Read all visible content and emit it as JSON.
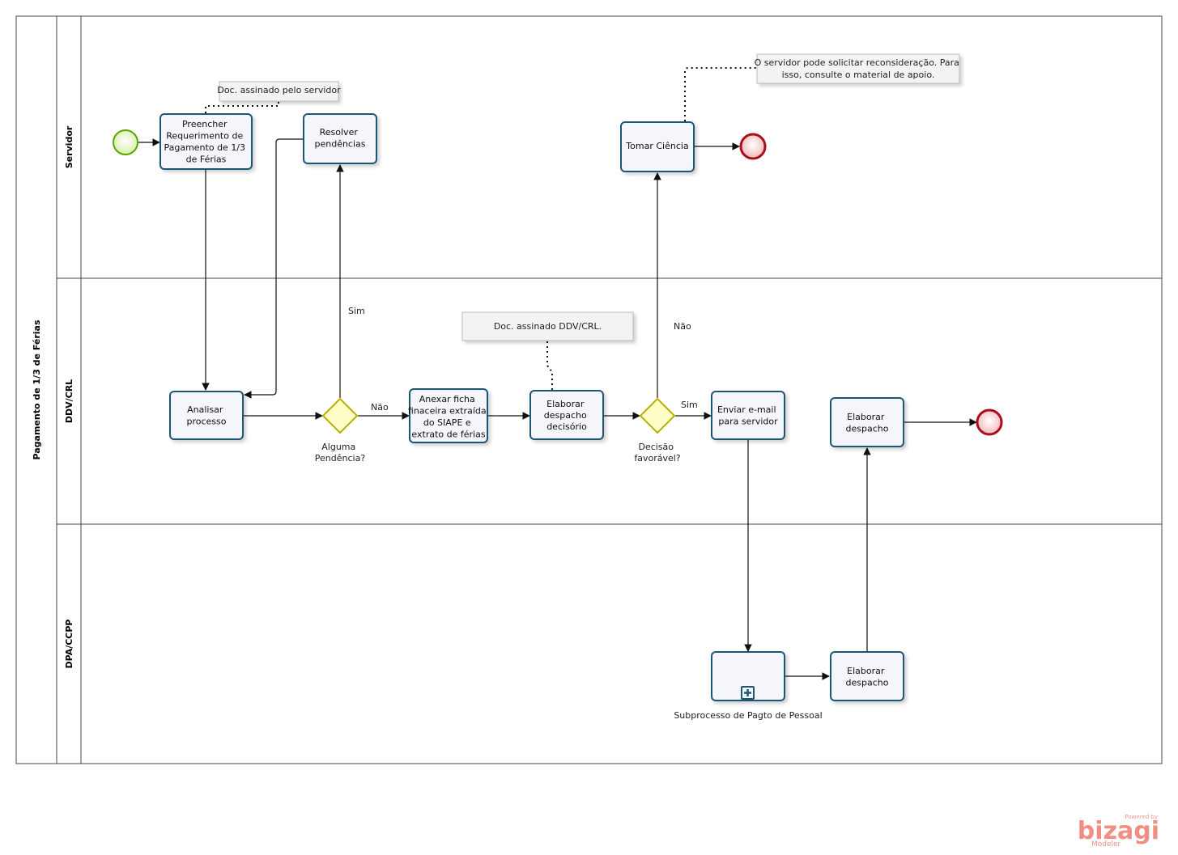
{
  "pool": {
    "name": "Pagamento de 1/3 de Férias"
  },
  "lanes": [
    {
      "name": "Servidor"
    },
    {
      "name": "DDV/CRL"
    },
    {
      "name": "DPA/CCPP"
    }
  ],
  "tasks": {
    "preencher": [
      "Preencher",
      "Requerimento de",
      "Pagamento de 1/3",
      "de Férias"
    ],
    "resolver": [
      "Resolver",
      "pendências"
    ],
    "tomar": [
      "Tomar Ciência"
    ],
    "analisar": [
      "Analisar",
      "processo"
    ],
    "anexar": [
      "Anexar ficha",
      "finaceira extraída",
      "do SIAPE e",
      "extrato de férias"
    ],
    "elaborar_decisorio": [
      "Elaborar",
      "despacho",
      "decisório"
    ],
    "enviar": [
      "Enviar e-mail",
      "para servidor"
    ],
    "elaborar_ddv": [
      "Elaborar",
      "despacho"
    ],
    "elaborar_dpa": [
      "Elaborar",
      "despacho"
    ]
  },
  "subprocess": {
    "name": "Subprocesso de Pagto de Pessoal"
  },
  "gateways": {
    "pendencia": [
      "Alguma",
      "Pendência?"
    ],
    "decisao": [
      "Decisão",
      "favorável?"
    ]
  },
  "flow_labels": {
    "sim_pendencia": "Sim",
    "nao_pendencia": "Não",
    "sim_decisao": "Sim",
    "nao_decisao": "Não"
  },
  "annotations": {
    "servidor_doc": [
      "Doc. assinado pelo servidor"
    ],
    "ddv_doc": [
      "Doc. assinado DDV/CRL."
    ],
    "reconsideracao": [
      "O servidor pode solicitar reconsideração. Para",
      "isso, consulte o material de apoio."
    ]
  },
  "brand": {
    "powered": "Powered by",
    "name": "bizagi",
    "product": "Modeler"
  },
  "colors": {
    "task_border": "#1f5672",
    "start_event": "#5aa400",
    "end_event": "#a80f1a",
    "gateway": "#b7b000"
  }
}
